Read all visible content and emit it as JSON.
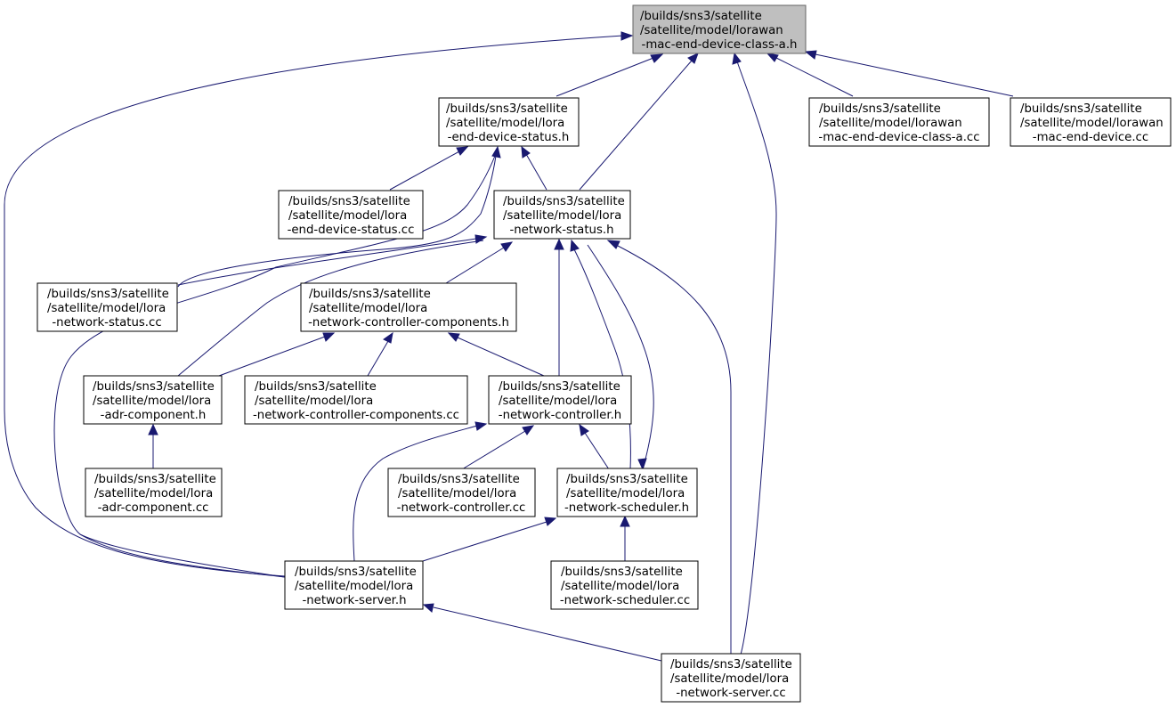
{
  "title": "",
  "colors": {
    "edge": "#191970",
    "root_fill": "#bfbfbf",
    "node_fill": "#ffffff",
    "border": "#000000"
  },
  "nodes": {
    "lorawan_mac_end_device_class_a_h": [
      "/builds/sns3/satellite",
      "/satellite/model/lorawan",
      "-mac-end-device-class-a.h"
    ],
    "lora_end_device_status_h": [
      "/builds/sns3/satellite",
      "/satellite/model/lora",
      "-end-device-status.h"
    ],
    "lorawan_mac_end_device_class_a_cc": [
      "/builds/sns3/satellite",
      "/satellite/model/lorawan",
      "-mac-end-device-class-a.cc"
    ],
    "lorawan_mac_end_device_cc": [
      "/builds/sns3/satellite",
      "/satellite/model/lorawan",
      "-mac-end-device.cc"
    ],
    "lora_end_device_status_cc": [
      "/builds/sns3/satellite",
      "/satellite/model/lora",
      "-end-device-status.cc"
    ],
    "lora_network_status_h": [
      "/builds/sns3/satellite",
      "/satellite/model/lora",
      "-network-status.h"
    ],
    "lora_network_status_cc": [
      "/builds/sns3/satellite",
      "/satellite/model/lora",
      "-network-status.cc"
    ],
    "lora_network_controller_components_h": [
      "/builds/sns3/satellite",
      "/satellite/model/lora",
      "-network-controller-components.h"
    ],
    "lora_adr_component_h": [
      "/builds/sns3/satellite",
      "/satellite/model/lora",
      "-adr-component.h"
    ],
    "lora_network_controller_components_cc": [
      "/builds/sns3/satellite",
      "/satellite/model/lora",
      "-network-controller-components.cc"
    ],
    "lora_network_controller_h": [
      "/builds/sns3/satellite",
      "/satellite/model/lora",
      "-network-controller.h"
    ],
    "lora_adr_component_cc": [
      "/builds/sns3/satellite",
      "/satellite/model/lora",
      "-adr-component.cc"
    ],
    "lora_network_controller_cc": [
      "/builds/sns3/satellite",
      "/satellite/model/lora",
      "-network-controller.cc"
    ],
    "lora_network_scheduler_h": [
      "/builds/sns3/satellite",
      "/satellite/model/lora",
      "-network-scheduler.h"
    ],
    "lora_network_server_h": [
      "/builds/sns3/satellite",
      "/satellite/model/lora",
      "-network-server.h"
    ],
    "lora_network_scheduler_cc": [
      "/builds/sns3/satellite",
      "/satellite/model/lora",
      "-network-scheduler.cc"
    ],
    "lora_network_server_cc": [
      "/builds/sns3/satellite",
      "/satellite/model/lora",
      "-network-server.cc"
    ]
  }
}
